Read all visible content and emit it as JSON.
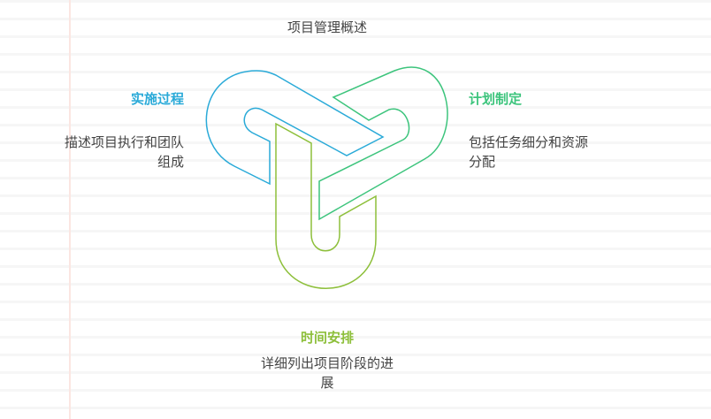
{
  "title": "项目管理概述",
  "colors": {
    "implementation": "#2aaad8",
    "planning": "#3cc47c",
    "schedule": "#8dbf3a",
    "text": "#444444",
    "margin_line": "#fbe6e2"
  },
  "sections": {
    "implementation": {
      "heading": "实施过程",
      "description": "描述项目执行和团队组成"
    },
    "planning": {
      "heading": "计划制定",
      "description": "包括任务细分和资源分配"
    },
    "schedule": {
      "heading": "时间安排",
      "description": "详细列出项目阶段的进展"
    }
  }
}
